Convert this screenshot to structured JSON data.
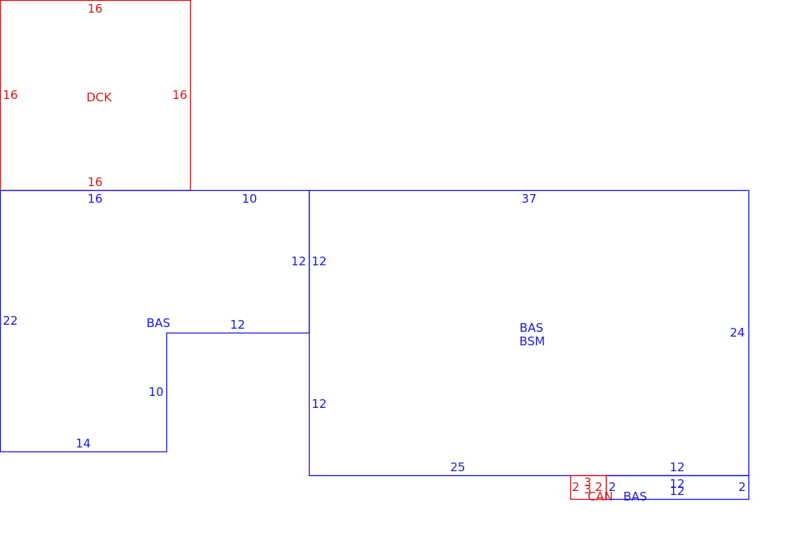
{
  "colors": {
    "house": "#1a1adc",
    "deck": "#d21a1a"
  },
  "deck": {
    "label": "DCK",
    "dims": {
      "top": "16",
      "left": "16",
      "right": "16",
      "bottom": "16"
    }
  },
  "left_wing": {
    "label": "BAS",
    "dims": {
      "top_a": "16",
      "top_b": "10",
      "left": "22",
      "inner_right": "12",
      "notch_top": "12",
      "notch_side": "10",
      "bottom": "14"
    }
  },
  "main_wing": {
    "label_1": "BAS",
    "label_2": "BSM",
    "dims": {
      "top": "37",
      "left_upper": "12",
      "left_lower": "12",
      "right": "24",
      "bottom": "25",
      "ledge": "12"
    }
  },
  "canopy": {
    "label": "CAN",
    "dims": {
      "left": "2",
      "top": "3",
      "inner": "3",
      "right": "2"
    }
  },
  "strip": {
    "label": "BAS",
    "dims": {
      "left": "2",
      "top": "12",
      "bottom": "12",
      "right": "2"
    }
  }
}
